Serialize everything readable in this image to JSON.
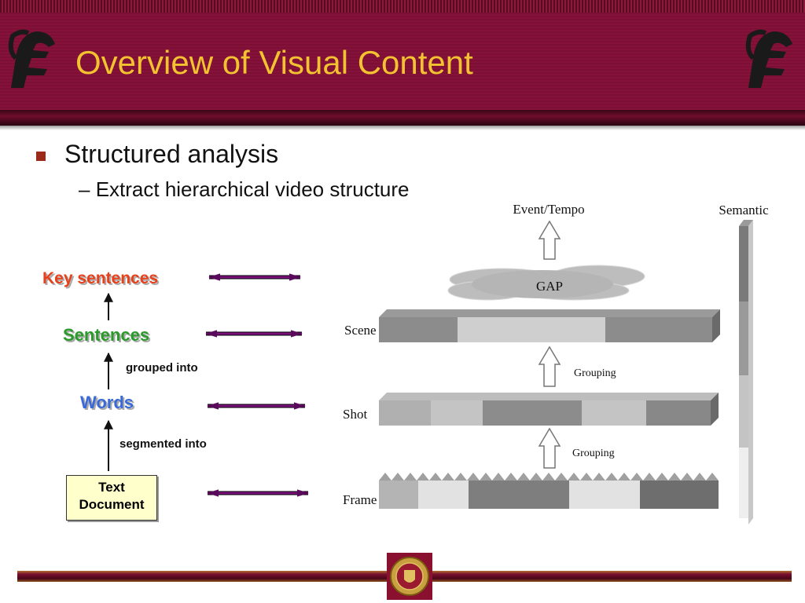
{
  "slide": {
    "title": "Overview of Visual Content",
    "bullet_1": "Structured analysis",
    "bullet_2": "Extract hierarchical video structure"
  },
  "text_hierarchy": {
    "key_sentences": "Key sentences",
    "sentences": "Sentences",
    "words": "Words",
    "text_document_line1": "Text",
    "text_document_line2": "Document",
    "grouped_into": "grouped into",
    "segmented_into": "segmented into"
  },
  "video_hierarchy": {
    "event_tempo": "Event/Tempo",
    "semantic": "Semantic",
    "gap": "GAP",
    "scene": "Scene",
    "shot": "Shot",
    "frame": "Frame",
    "grouping_upper": "Grouping",
    "grouping_lower": "Grouping"
  },
  "colors": {
    "header": "#7a1030",
    "title": "#f2c230",
    "key_sentences": "#e8401a",
    "sentences": "#2a9a2a",
    "words": "#3a6ad8",
    "arrow": "#6a0a6a"
  }
}
